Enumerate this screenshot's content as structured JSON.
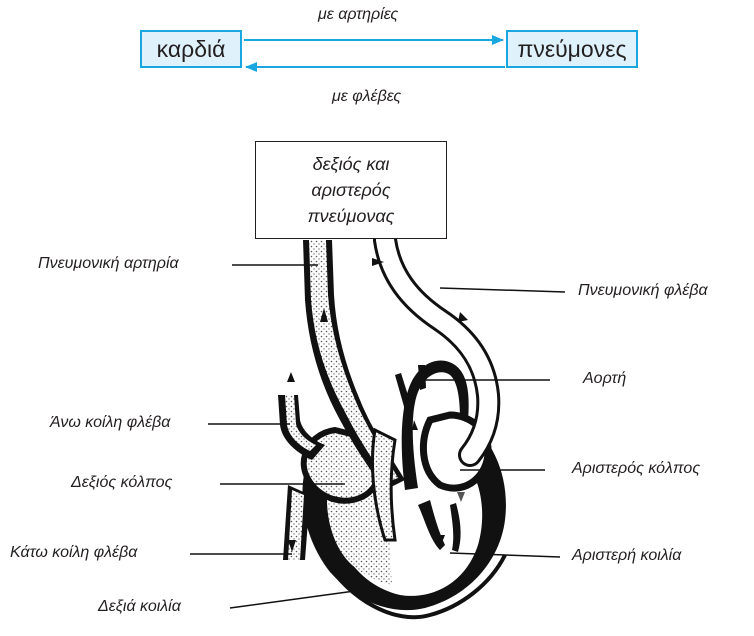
{
  "top": {
    "heart_label": "καρδιά",
    "lungs_label": "πνεύμονες",
    "arteries_label": "με αρτηρίες",
    "veins_label": "με φλέβες",
    "arrow_color": "#1aa6df",
    "box_fill": "#dff2fb"
  },
  "diagram": {
    "lung_box_lines": [
      "δεξιός και",
      "αριστερός",
      "πνεύμονας"
    ],
    "labels": {
      "pulmonary_artery": "Πνευμονική αρτηρία",
      "pulmonary_vein": "Πνευμονική φλέβα",
      "aorta": "Αορτή",
      "superior_vena_cava": "Άνω κοίλη φλέβα",
      "right_atrium": "Δεξιός κόλπος",
      "left_atrium": "Αριστερός κόλπος",
      "inferior_vena_cava": "Κάτω κοίλη φλέβα",
      "left_ventricle": "Αριστερή κοιλία",
      "right_ventricle": "Δεξιά κοιλία"
    }
  }
}
